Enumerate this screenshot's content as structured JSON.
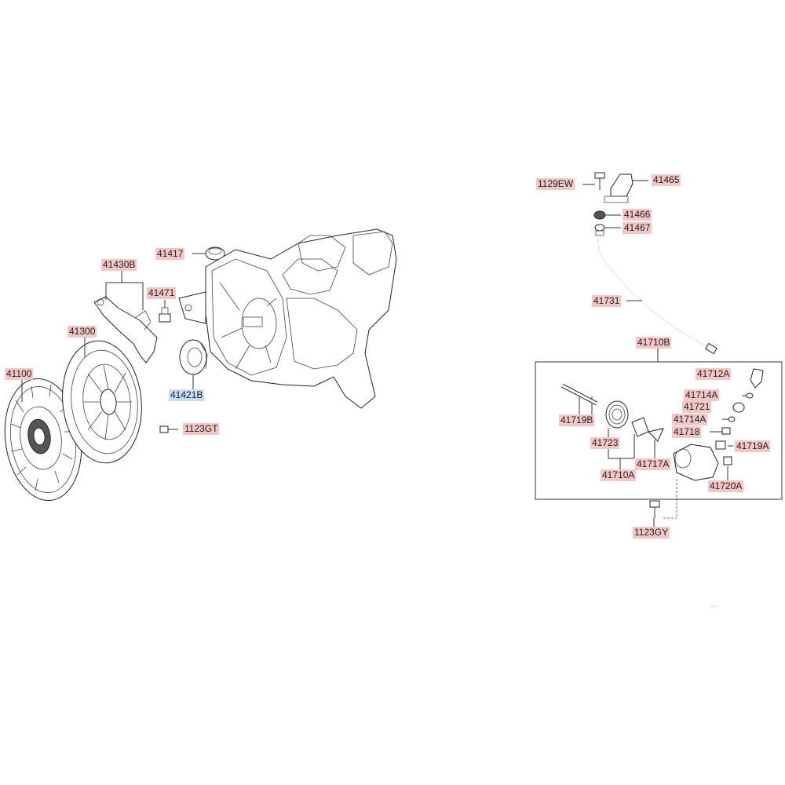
{
  "colors": {
    "label_bg": "#f4c6c6",
    "selected_label_bg": "#c6dcf4",
    "line": "#333333"
  },
  "labels": {
    "p41100": "41100",
    "p41300": "41300",
    "p41430B": "41430B",
    "p41417": "41417",
    "p41471": "41471",
    "p41421B": "41421B",
    "p1123GT": "1123GT",
    "p1129EW": "1129EW",
    "p41465": "41465",
    "p41466": "41466",
    "p41467": "41467",
    "p41731": "41731",
    "p41710B": "41710B",
    "p41712A": "41712A",
    "p41714A_1": "41714A",
    "p41721": "41721",
    "p41714A_2": "41714A",
    "p41719B": "41719B",
    "p41718": "41718",
    "p41719A": "41719A",
    "p41723": "41723",
    "p41717A": "41717A",
    "p41720A": "41720A",
    "p41710A": "41710A",
    "p1123GY": "1123GY"
  }
}
